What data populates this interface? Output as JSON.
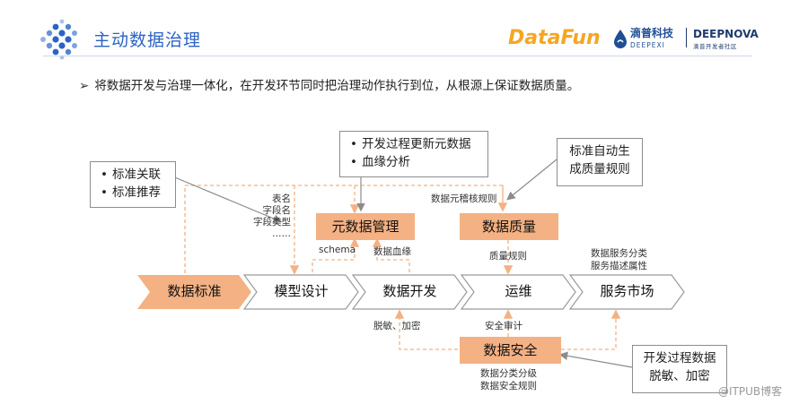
{
  "header": {
    "title": "主动数据治理",
    "logos": {
      "datafun_a": "DataFun",
      "datafun_b": "",
      "dipu_cn": "滴普科技",
      "dipu_en": "DEEPEXI",
      "deepnova_en": "DEEPNOVA",
      "deepnova_cn": "滴普开发者社区"
    }
  },
  "subtitle": "将数据开发与治理一体化，在开发环节同时把治理动作执行到位，从根源上保证数据质量。",
  "flow": [
    {
      "label": "数据标准",
      "highlight": true
    },
    {
      "label": "模型设计",
      "highlight": false
    },
    {
      "label": "数据开发",
      "highlight": false
    },
    {
      "label": "运维",
      "highlight": false
    },
    {
      "label": "服务市场",
      "highlight": false
    }
  ],
  "boxes": {
    "metadata": "元数据管理",
    "quality": "数据质量",
    "security": "数据安全"
  },
  "callouts": {
    "standard": [
      "标准关联",
      "标准推荐"
    ],
    "metadata": [
      "开发过程更新元数据",
      "血缘分析"
    ],
    "quality": [
      "标准自动生",
      "成质量规则"
    ],
    "security": [
      "开发过程数据",
      "脱敏、加密"
    ]
  },
  "labels": {
    "table_fields": [
      "表名",
      "字段名",
      "字段类型",
      "……"
    ],
    "schema": "schema",
    "lineage": "数据血缘",
    "meta_rules": "数据元稽核规则",
    "quality_rules": "质量规则",
    "service": [
      "数据服务分类",
      "服务描述属性"
    ],
    "mask": "脱敏、加密",
    "audit": "安全审计",
    "classify": [
      "数据分类分级",
      "数据安全规则"
    ]
  },
  "colors": {
    "accent": "#2b63c6",
    "orange_fill": "#f4b183",
    "dashed_line": "#f4b183"
  },
  "watermark": "@ITPUB博客"
}
